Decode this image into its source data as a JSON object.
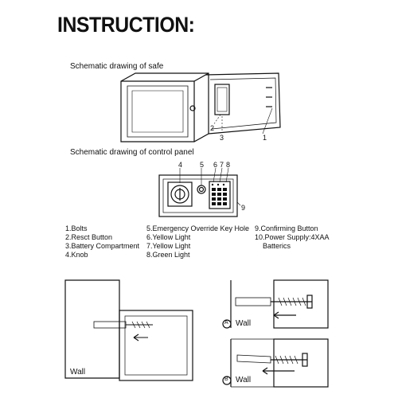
{
  "title": "INSTRUCTION:",
  "safe_section": {
    "caption": "Schematic drawing of safe",
    "callouts": [
      "2",
      "3",
      "1"
    ]
  },
  "panel_section": {
    "caption": "Schematic drawing of control panel",
    "callouts": [
      "4",
      "5",
      "6",
      "7",
      "8",
      "9"
    ]
  },
  "legend": {
    "col1": [
      "1.Bolts",
      "2.Resct Button",
      "3.Battery Compartment",
      "4.Knob"
    ],
    "col2": [
      "5.Emergency Override Key Hole",
      "6.Yellow Light",
      "7.Yellow Light",
      "8.Green Light"
    ],
    "col3": [
      "9.Confirming Button",
      "10.Power Supply:4XAA",
      "Batterics"
    ]
  },
  "mounting": {
    "left_wall_label": "Wall",
    "step_a": {
      "marker": "A",
      "label": "Wall"
    },
    "step_b": {
      "marker": "B",
      "label": "Wall"
    }
  },
  "colors": {
    "ink": "#111111",
    "background": "#ffffff"
  }
}
